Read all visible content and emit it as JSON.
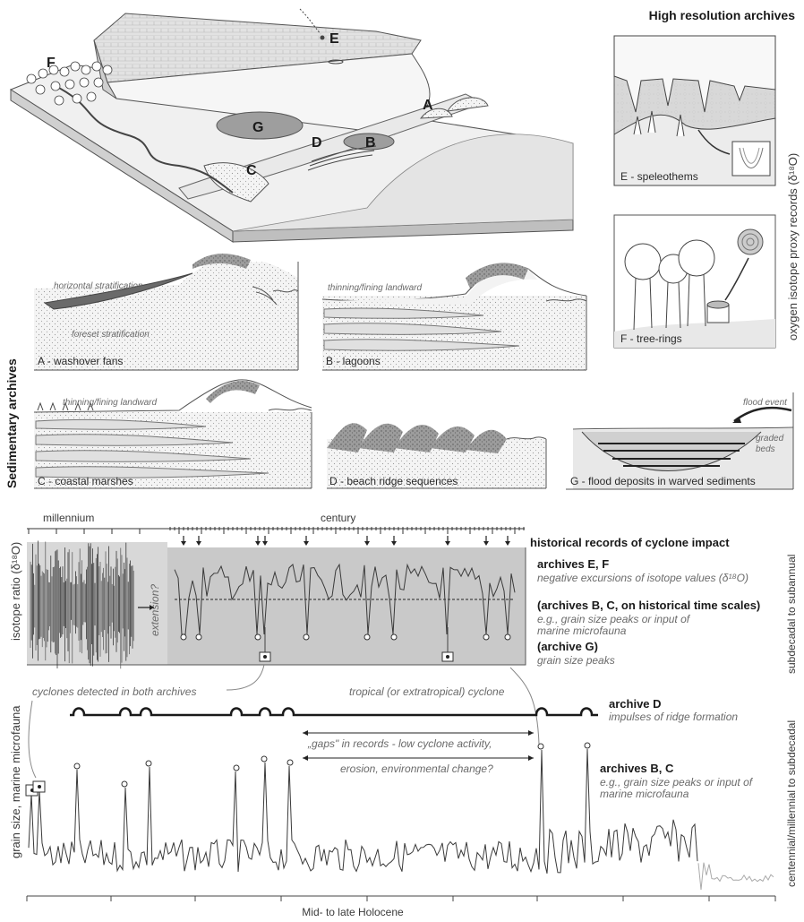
{
  "block": {
    "letters": [
      "F",
      "E",
      "G",
      "D",
      "B",
      "A",
      "C"
    ]
  },
  "high_res": {
    "title": "High resolution archives",
    "speleothem_caption": "E - speleothems",
    "tree_caption": "F - tree-rings",
    "axis_label": "oxygen isotope proxy records (δ¹⁸O)"
  },
  "sedimentary": {
    "side_label": "Sedimentary archives",
    "panels": [
      {
        "caption": "A - washover fans",
        "notes": [
          "horizontal stratification",
          "foreset stratification"
        ]
      },
      {
        "caption": "B - lagoons",
        "notes": [
          "thinning/fining landward"
        ]
      },
      {
        "caption": "C - coastal marshes",
        "notes": [
          "thinning/fining landward"
        ]
      },
      {
        "caption": "D - beach ridge sequences",
        "notes": []
      },
      {
        "caption": "G - flood deposits in warved sediments",
        "notes": [
          "flood event",
          "graded",
          "beds"
        ]
      }
    ]
  },
  "timeline": {
    "millennium": "millennium",
    "century": "century",
    "extension": "extension?",
    "historical": "historical records of cyclone impact",
    "y_upper": "isotope ratio (δ¹⁸O)",
    "y_lower": "grain size, marine microfauna",
    "right_upper": "subdecadal to subannual",
    "right_lower": "centennial/millennial to subdecadal",
    "x_label": "Mid- to late Holocene",
    "legend": [
      {
        "bold": "archives E, F",
        "ital": "negative excursions of isotope values (δ¹⁸O)"
      },
      {
        "bold": "(archives B, C, on historical time scales)",
        "ital": "e.g., grain size peaks or input of",
        "ital2": "marine microfauna"
      },
      {
        "bold": "(archive G)",
        "ital": "grain size peaks"
      },
      {
        "bold": "archive D",
        "ital": "impulses of ridge formation"
      },
      {
        "bold": "archives B, C",
        "ital": "e.g., grain size peaks or input of",
        "ital2": "marine microfauna"
      }
    ],
    "cyclones_both": "cyclones detected in both archives",
    "tropical": "tropical (or extratropical) cyclone",
    "gaps_line1": "„gaps\" in records - low cyclone activity,",
    "gaps_line2": "erosion, environmental change?"
  }
}
